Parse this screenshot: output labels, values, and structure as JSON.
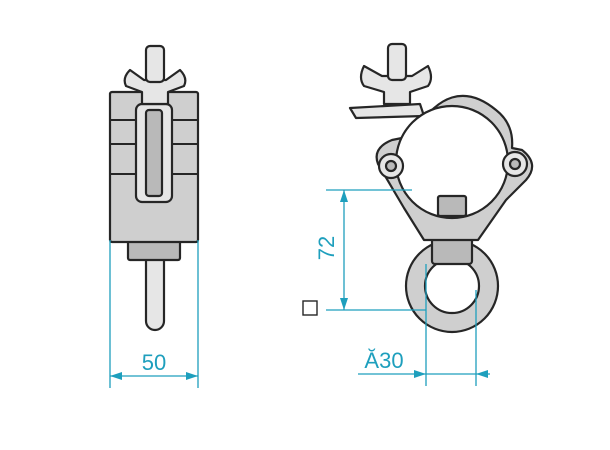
{
  "dimensions": {
    "width_label": "50",
    "height_label": "72",
    "ring_label": "Ă30"
  },
  "colors": {
    "dimension": "#1e9fbd",
    "outline": "#262626",
    "metal": "#cfcfcf"
  }
}
